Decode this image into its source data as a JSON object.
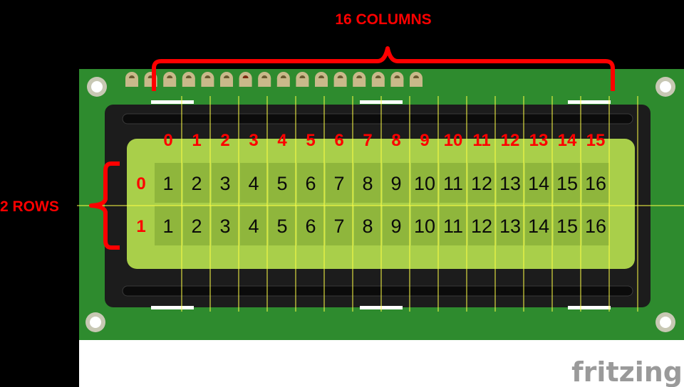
{
  "annotations": {
    "columns_label": "16 COLUMNS",
    "rows_label": "2 ROWS"
  },
  "display": {
    "column_indices": [
      "0",
      "1",
      "2",
      "3",
      "4",
      "5",
      "6",
      "7",
      "8",
      "9",
      "10",
      "11",
      "12",
      "13",
      "14",
      "15"
    ],
    "row_indices": [
      "0",
      "1"
    ],
    "rows": [
      [
        "1",
        "2",
        "3",
        "4",
        "5",
        "6",
        "7",
        "8",
        "9",
        "10",
        "11",
        "12",
        "13",
        "14",
        "15",
        "16"
      ],
      [
        "1",
        "2",
        "3",
        "4",
        "5",
        "6",
        "7",
        "8",
        "9",
        "10",
        "11",
        "12",
        "13",
        "14",
        "15",
        "16"
      ]
    ]
  },
  "credit": "fritzing",
  "colors": {
    "annotation": "#ff0000",
    "board": "#2e8b2e",
    "bezel": "#1c1c1c",
    "screen": "#a9cf4a",
    "cell": "#8fb63c",
    "guide": "#ffff44"
  }
}
